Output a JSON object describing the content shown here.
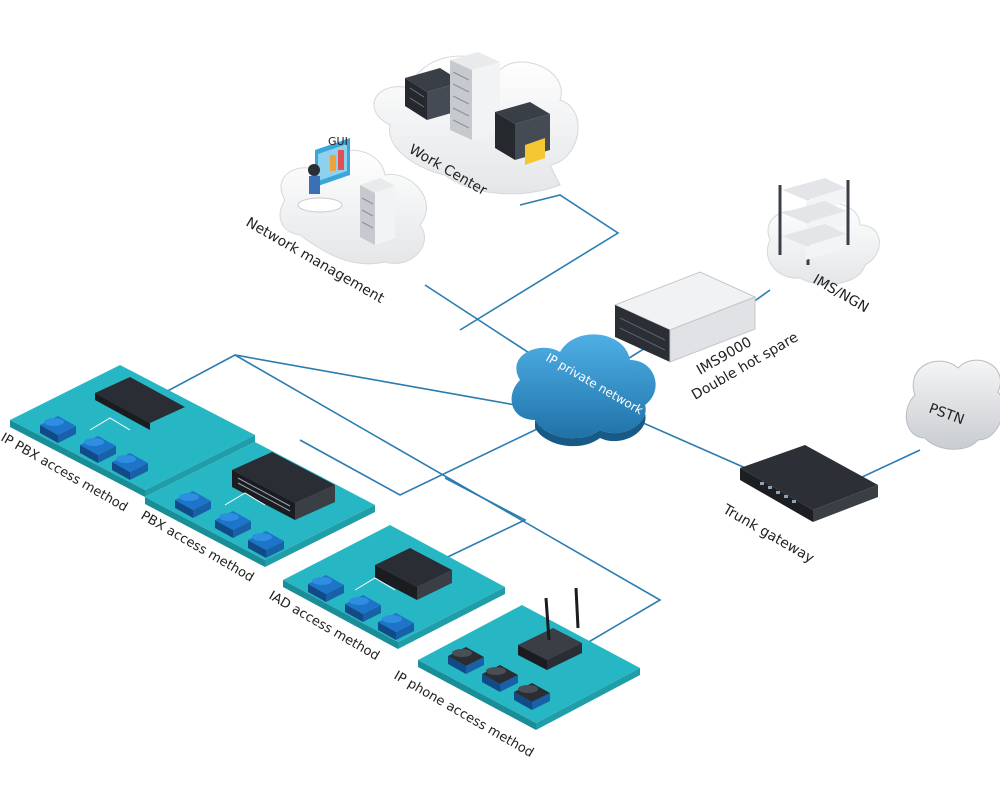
{
  "nodes": {
    "work_center": "Work Center",
    "network_management": "Network management",
    "gui": "GUI",
    "ims_ngn": "IMS/NGN",
    "ims9000_line1": "IMS9000",
    "ims9000_line2": "Double hot spare",
    "ip_private_network": "IP private network",
    "pstn": "PSTN",
    "trunk_gateway": "Trunk gateway"
  },
  "access_methods": [
    "IP PBX access method",
    "PBX access method",
    "IAD access method",
    "IP phone access method"
  ],
  "colors": {
    "link": "#2b7cb0",
    "cloud_blue": "#2f8fc8",
    "platform_teal": "#27b7c4",
    "phone_blue": "#1e74c9",
    "device_dark": "#2a2d33"
  }
}
